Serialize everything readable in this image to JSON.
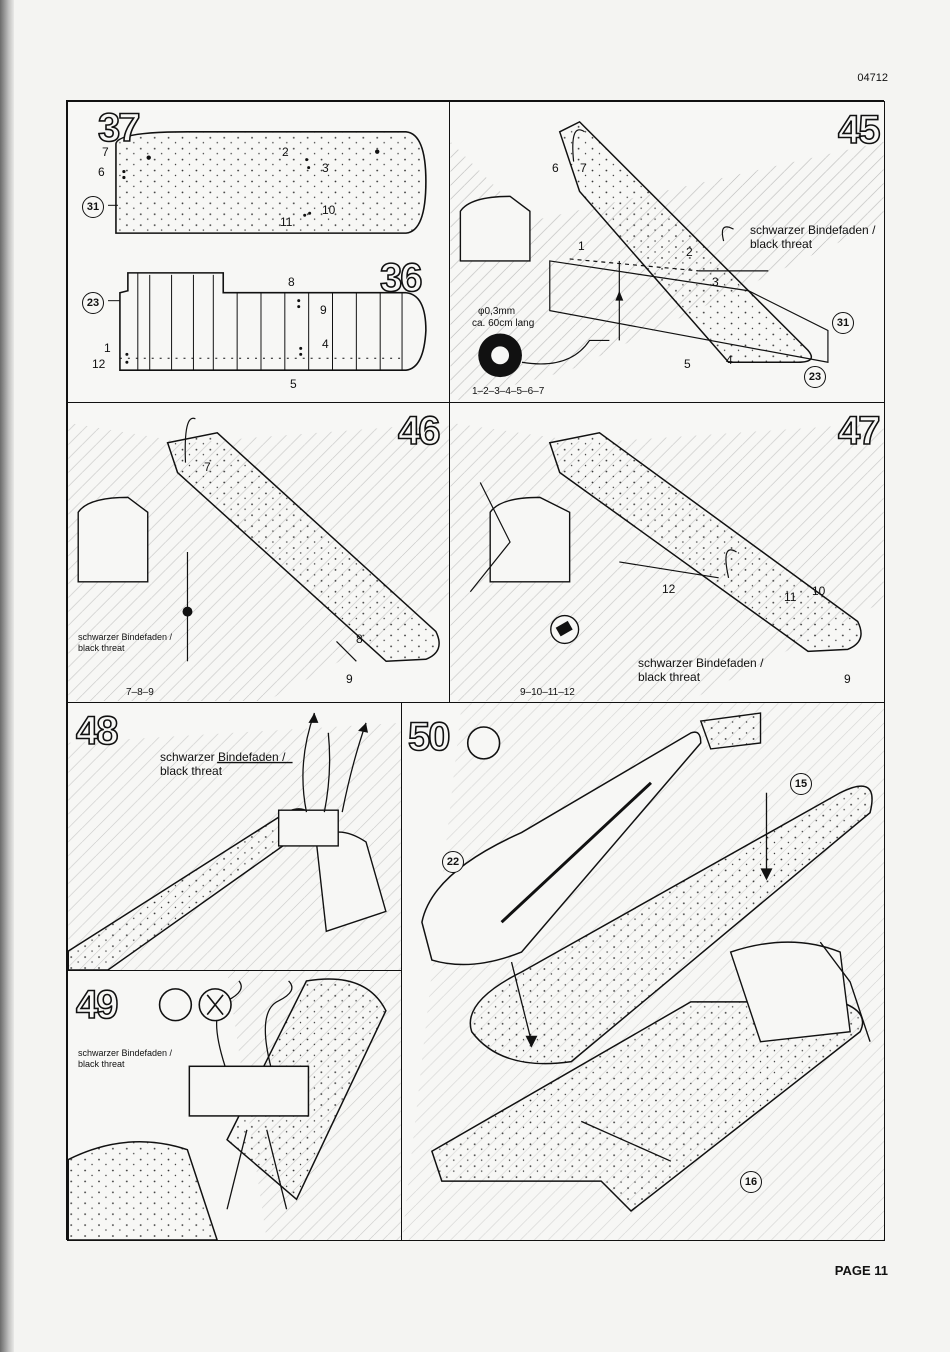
{
  "header": {
    "code": "04712"
  },
  "footer": {
    "page": "PAGE 11"
  },
  "steps": {
    "s37": {
      "num": "37",
      "part": "31",
      "labels": [
        "7",
        "6",
        "2",
        "3",
        "11",
        "10"
      ]
    },
    "s36": {
      "num": "36",
      "part": "23",
      "labels": [
        "8",
        "9",
        "4",
        "5",
        "1",
        "12"
      ]
    },
    "s45": {
      "num": "45",
      "thread": "schwarzer Bindefaden /",
      "thread2": "black threat",
      "spec1": "φ0,3mm",
      "spec2": "ca. 60cm lang",
      "sequence": "1–2–3–4–5–6–7",
      "parts": [
        "31",
        "23"
      ],
      "labels": [
        "1",
        "2",
        "3",
        "4",
        "5",
        "6",
        "7"
      ]
    },
    "s46": {
      "num": "46",
      "thread": "schwarzer Bindefaden /",
      "thread2": "black threat",
      "sequence": "7–8–9",
      "labels": [
        "7",
        "8",
        "9"
      ]
    },
    "s47": {
      "num": "47",
      "thread": "schwarzer Bindefaden /",
      "thread2": "black threat",
      "sequence": "9–10–11–12",
      "labels": [
        "12",
        "11",
        "10",
        "9"
      ]
    },
    "s48": {
      "num": "48",
      "thread": "schwarzer Bindefaden /",
      "thread2": "black threat"
    },
    "s49": {
      "num": "49",
      "thread": "schwarzer Bindefaden /",
      "thread2": "black threat"
    },
    "s50": {
      "num": "50",
      "parts": [
        "15",
        "22",
        "16"
      ]
    }
  },
  "icons": [
    "glue-tube-icon",
    "cut-thread-icon"
  ]
}
